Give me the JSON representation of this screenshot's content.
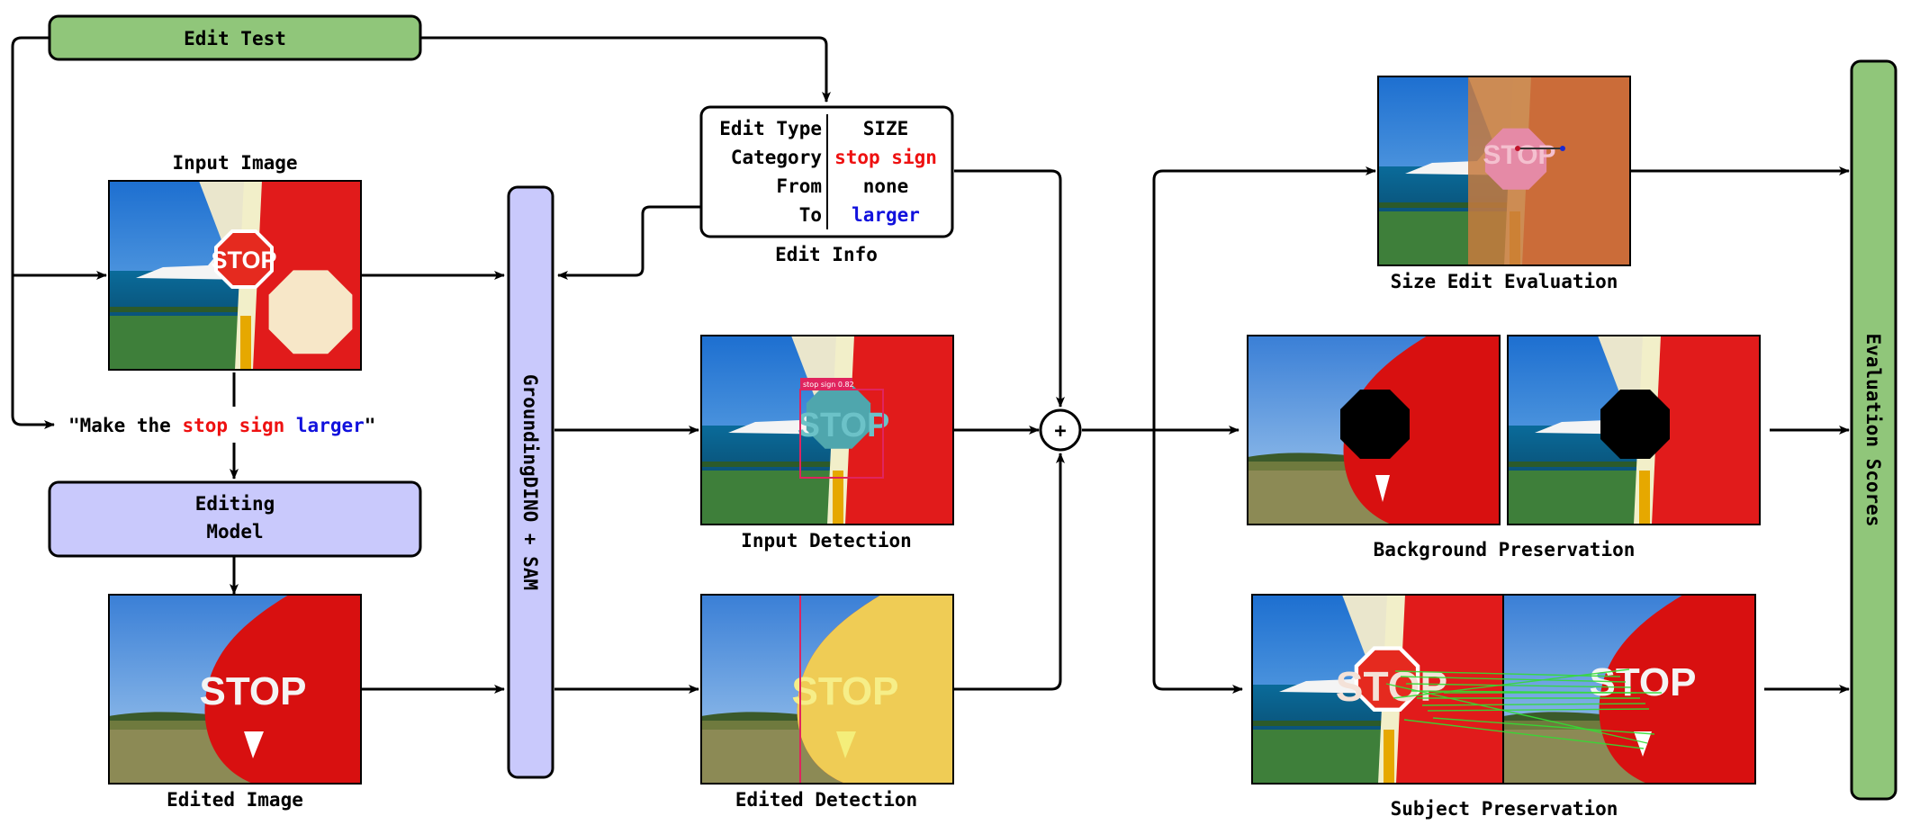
{
  "edit_test": {
    "label": "Edit Test"
  },
  "input_image": {
    "caption": "Input Image",
    "sign_text": "STOP"
  },
  "prompt": {
    "open_quote": "\"",
    "part1": "Make the ",
    "category": "stop sign",
    "space": " ",
    "target": "larger",
    "close_quote": "\""
  },
  "editing_model": {
    "line1": "Editing",
    "line2": "Model"
  },
  "edited_image": {
    "caption": "Edited Image",
    "sign_text": "STOP"
  },
  "detector": {
    "label": "GroundingDINO + SAM"
  },
  "edit_info": {
    "caption": "Edit Info",
    "rows": [
      {
        "key": "Edit Type",
        "value": "SIZE"
      },
      {
        "key": "Category",
        "value": "stop sign"
      },
      {
        "key": "From",
        "value": "none"
      },
      {
        "key": "To",
        "value": "larger"
      }
    ]
  },
  "input_detection": {
    "caption": "Input Detection",
    "box_label": "stop sign 0.82",
    "sign_text": "STOP"
  },
  "edited_detection": {
    "caption": "Edited Detection",
    "sign_text": "STOP"
  },
  "combine": {
    "symbol": "+"
  },
  "size_eval": {
    "caption": "Size Edit Evaluation",
    "sign_text": "STOP"
  },
  "background": {
    "caption": "Background Preservation"
  },
  "subject": {
    "caption": "Subject Preservation",
    "sign_text": "STOP"
  },
  "scores": {
    "label": "Evaluation Scores"
  },
  "colors": {
    "green_fill": "#90c67a",
    "lavender_fill": "#c9c9fc",
    "category_red": "#ee1111",
    "target_blue": "#1111dd"
  }
}
